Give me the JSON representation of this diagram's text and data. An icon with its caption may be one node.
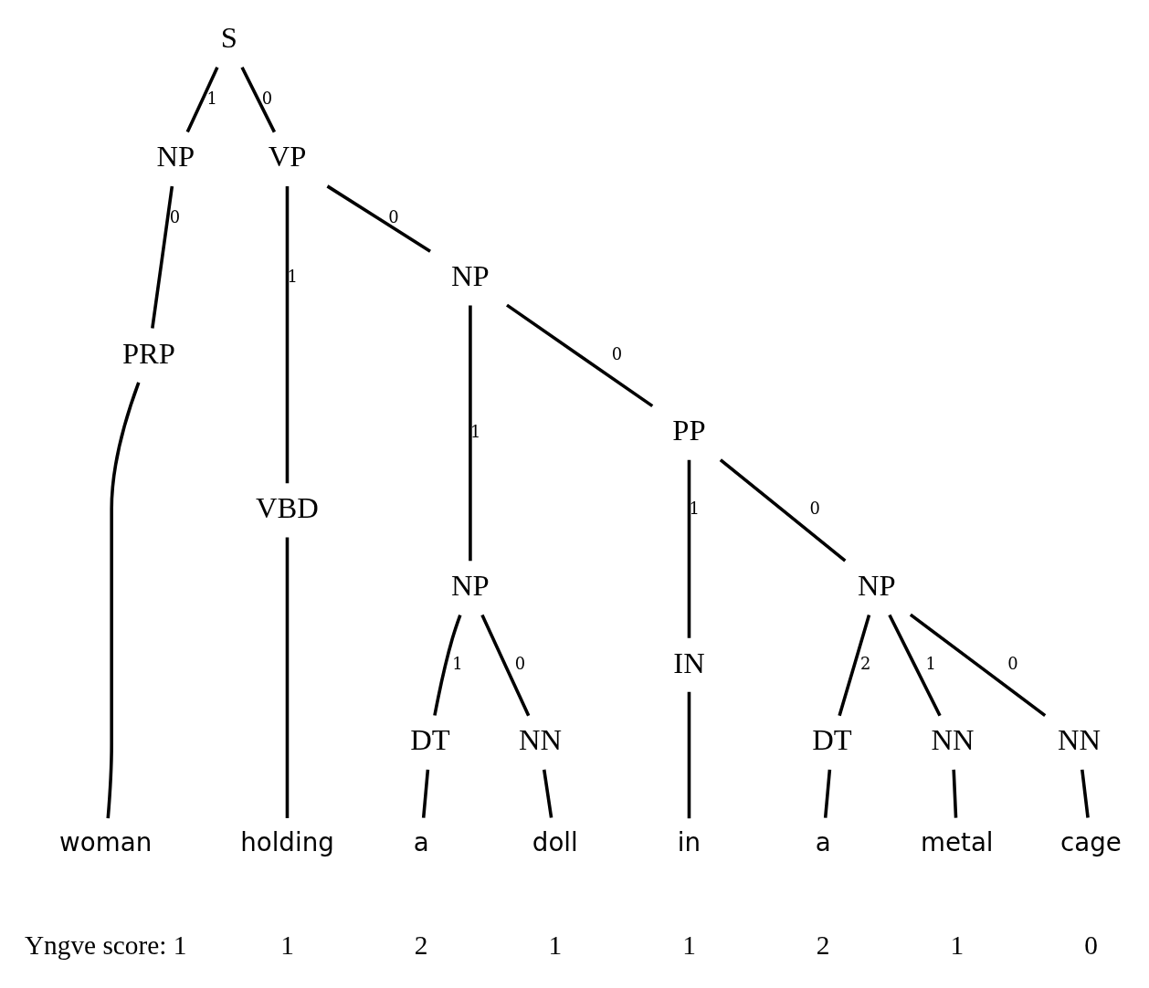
{
  "diagram": {
    "nodes": [
      {
        "text": [
          "S"
        ]
      },
      {
        "text": [
          "NP"
        ]
      },
      {
        "text": [
          "VP"
        ]
      },
      {
        "text": [
          "PRP"
        ]
      },
      {
        "text": [
          "VBD"
        ]
      },
      {
        "text": [
          "NP"
        ]
      },
      {
        "text": [
          "NP"
        ]
      },
      {
        "text": [
          "PP"
        ]
      },
      {
        "text": [
          "DT"
        ]
      },
      {
        "text": [
          "NN"
        ]
      },
      {
        "text": [
          "IN"
        ]
      },
      {
        "text": [
          "NP"
        ]
      },
      {
        "text": [
          "DT"
        ]
      },
      {
        "text": [
          "NN"
        ]
      },
      {
        "text": [
          "NN"
        ]
      },
      {
        "text": [
          "woman"
        ]
      },
      {
        "text": [
          "holding"
        ]
      },
      {
        "text": [
          "a"
        ]
      },
      {
        "text": [
          "doll"
        ]
      },
      {
        "text": [
          "in"
        ]
      },
      {
        "text": [
          "a"
        ]
      },
      {
        "text": [
          "metal"
        ]
      },
      {
        "text": [
          "cage"
        ]
      }
    ],
    "edges": [
      {
        "from": 0,
        "to": 1,
        "arrow": "none",
        "label": "1"
      },
      {
        "from": 0,
        "to": 2,
        "arrow": "none",
        "label": "0"
      },
      {
        "from": 1,
        "to": 3,
        "arrow": "none",
        "label": "0"
      },
      {
        "from": 2,
        "to": 4,
        "arrow": "none",
        "label": "1"
      },
      {
        "from": 2,
        "to": 5,
        "arrow": "none",
        "label": "0"
      },
      {
        "from": 5,
        "to": 6,
        "arrow": "none",
        "label": "1"
      },
      {
        "from": 5,
        "to": 7,
        "arrow": "none",
        "label": "0"
      },
      {
        "from": 6,
        "to": 8,
        "arrow": "none",
        "label": "1"
      },
      {
        "from": 6,
        "to": 9,
        "arrow": "none",
        "label": "0"
      },
      {
        "from": 7,
        "to": 10,
        "arrow": "none",
        "label": "1"
      },
      {
        "from": 7,
        "to": 11,
        "arrow": "none",
        "label": "0"
      },
      {
        "from": 11,
        "to": 12,
        "arrow": "none",
        "label": "2"
      },
      {
        "from": 11,
        "to": 13,
        "arrow": "none",
        "label": "1"
      },
      {
        "from": 11,
        "to": 14,
        "arrow": "none",
        "label": "0"
      },
      {
        "from": 3,
        "to": 15,
        "arrow": "none"
      },
      {
        "from": 4,
        "to": 16,
        "arrow": "none"
      },
      {
        "from": 8,
        "to": 17,
        "arrow": "none"
      },
      {
        "from": 9,
        "to": 18,
        "arrow": "none"
      },
      {
        "from": 10,
        "to": 19,
        "arrow": "none"
      },
      {
        "from": 12,
        "to": 20,
        "arrow": "none"
      },
      {
        "from": 13,
        "to": 21,
        "arrow": "none"
      },
      {
        "from": 14,
        "to": 22,
        "arrow": "none"
      }
    ],
    "labels": [
      "Yngve score: 1",
      "1",
      "2",
      "1",
      "1",
      "2",
      "1",
      "0"
    ]
  }
}
